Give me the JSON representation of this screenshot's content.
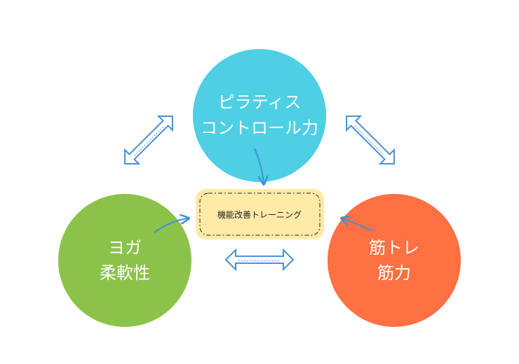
{
  "colors": {
    "top_circle": "#4ecfe3",
    "left_circle": "#8bc34a",
    "right_circle": "#ff7043",
    "center_box_fill": "#ffeaa7",
    "arrow_outline": "#4a90d6",
    "curve_arrow": "#3f8fd8"
  },
  "nodes": {
    "top": {
      "line1": "ピラティス",
      "line2": "コントロール力"
    },
    "left": {
      "line1": "ヨガ",
      "line2": "柔軟性"
    },
    "right": {
      "line1": "筋トレ",
      "line2": "筋力"
    },
    "center": {
      "label": "機能改善トレーニング"
    }
  }
}
